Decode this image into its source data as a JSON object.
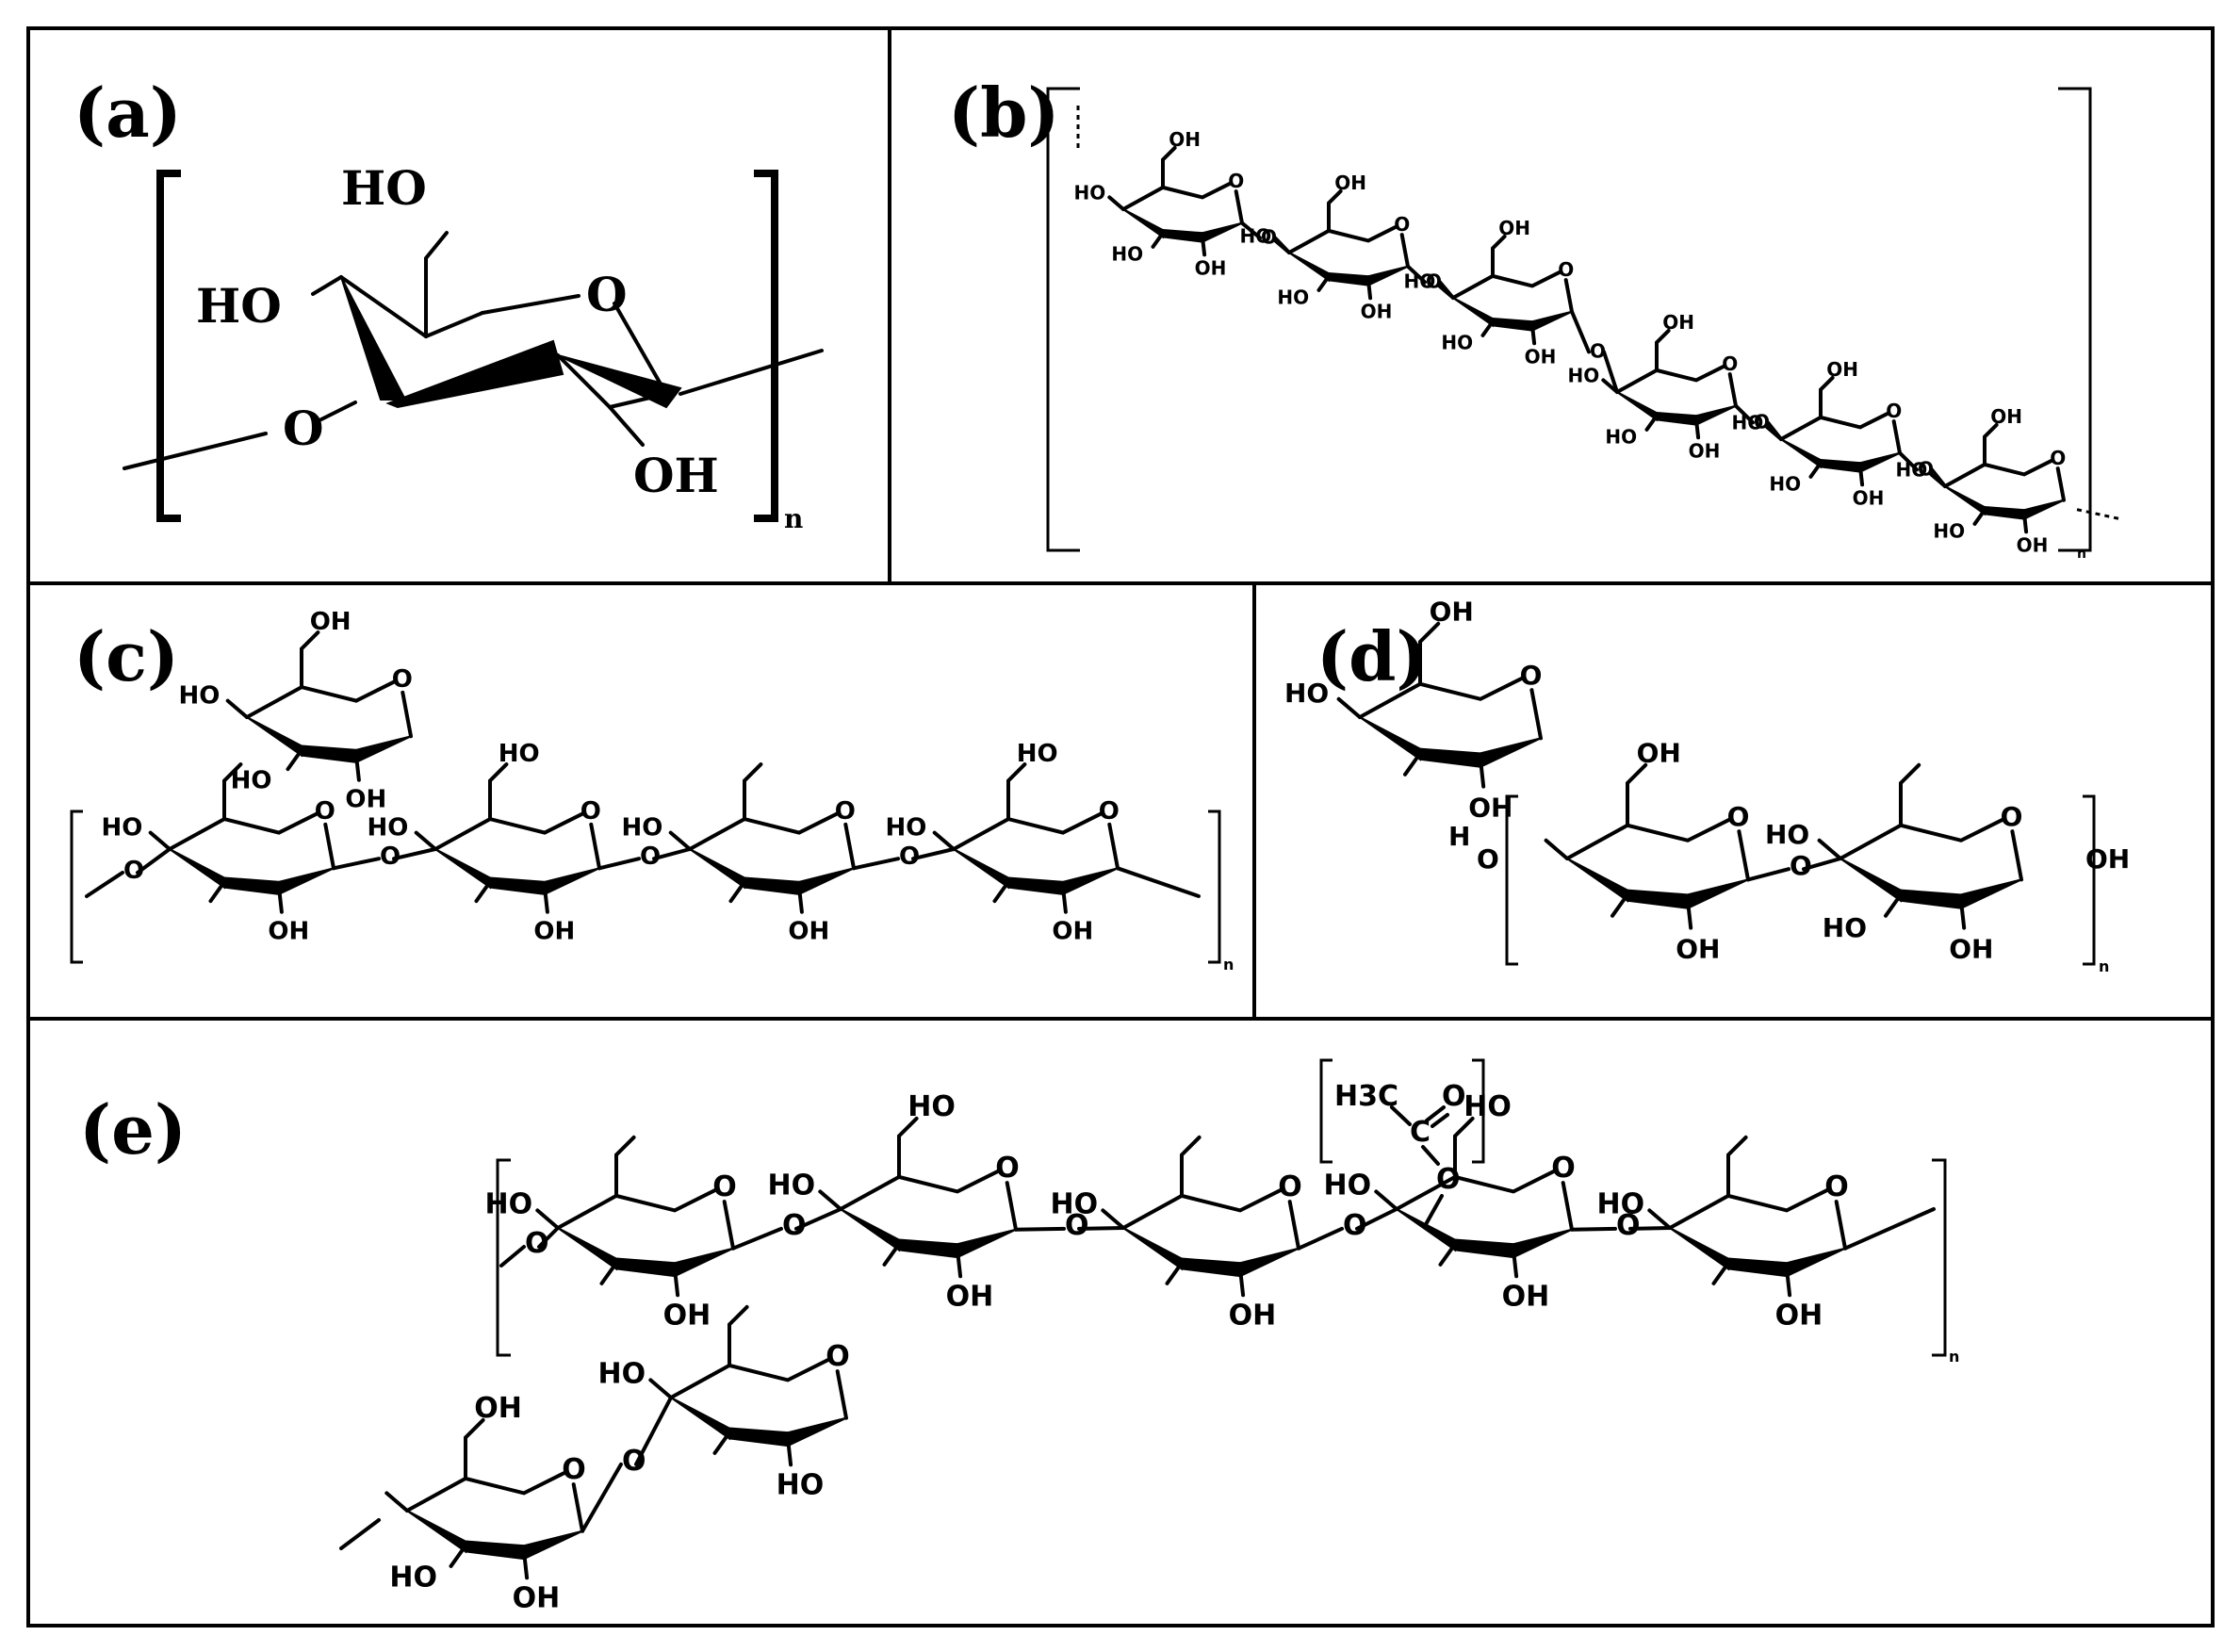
{
  "figure": {
    "panels": [
      {
        "id": "a",
        "label": "(a)"
      },
      {
        "id": "b",
        "label": "(b)"
      },
      {
        "id": "c",
        "label": "(c)"
      },
      {
        "id": "d",
        "label": "(d)"
      },
      {
        "id": "e",
        "label": "(e)"
      }
    ]
  },
  "atoms": {
    "HO": "HO",
    "OH": "OH",
    "O": "O",
    "H": "H",
    "C": "C",
    "n": "n",
    "H3C": "H3C"
  }
}
